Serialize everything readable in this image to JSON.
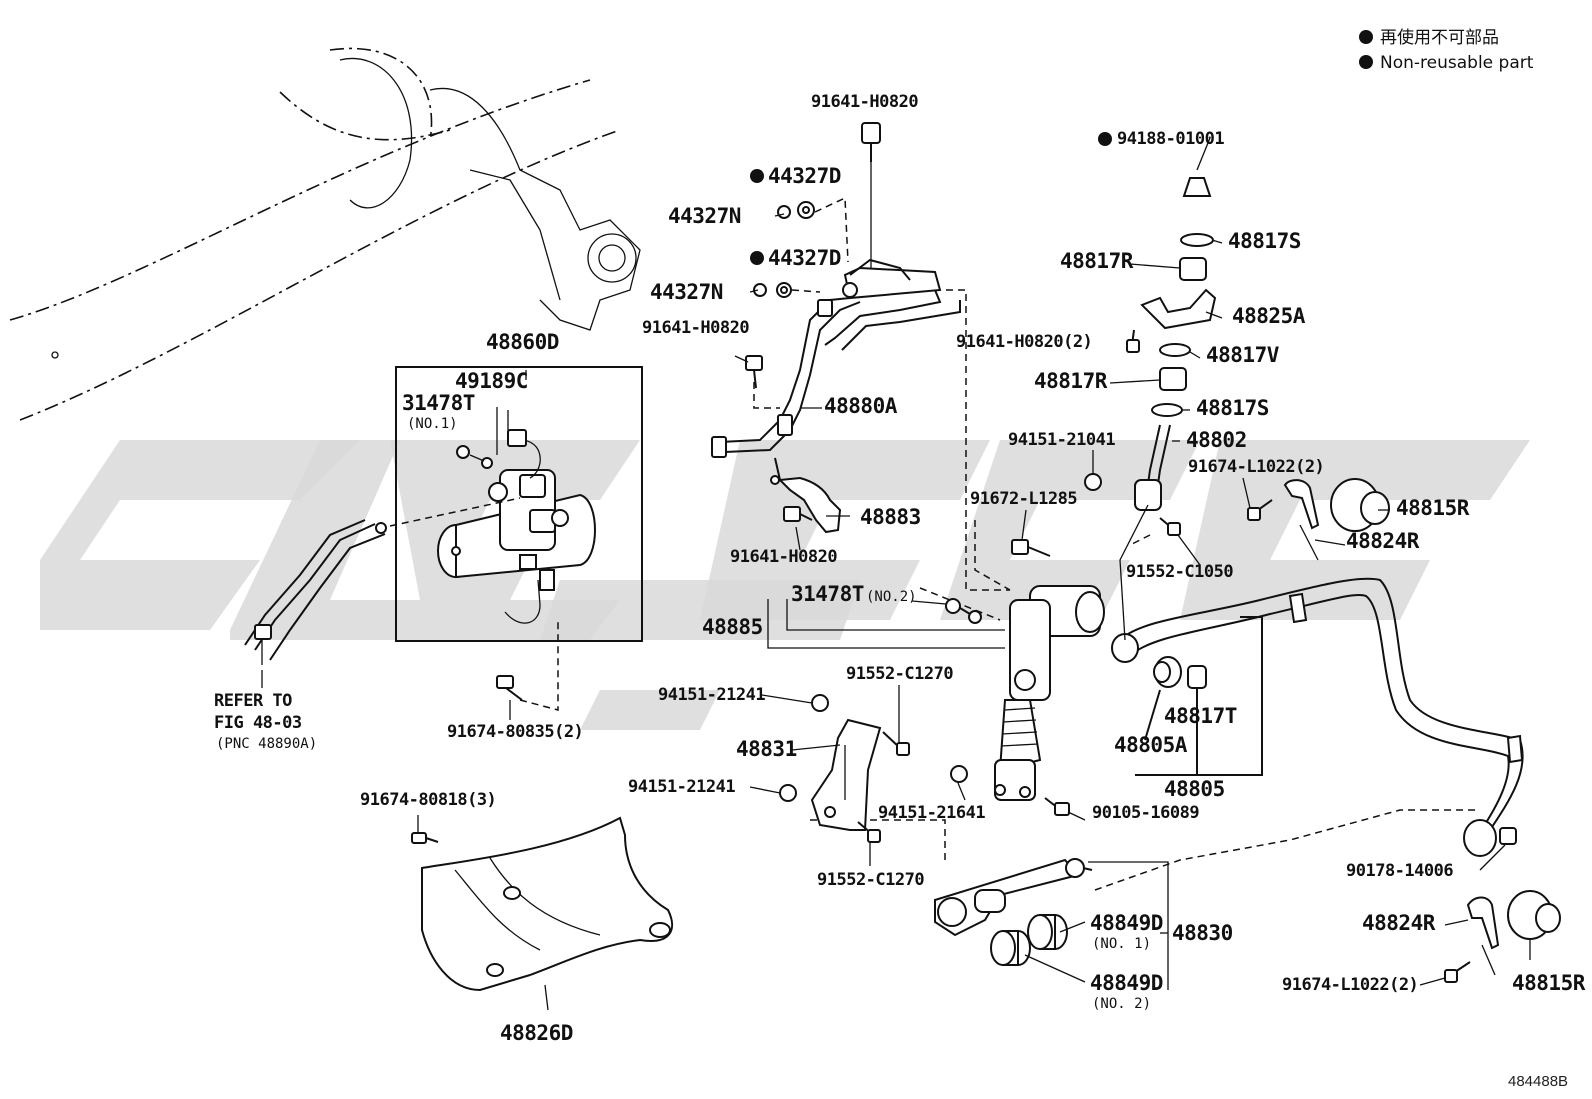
{
  "legend": {
    "ja": "再使用不可部品",
    "en": "Non-reusable part"
  },
  "diagram_code": "484488B",
  "labels": {
    "l_91641_h0820_top": "91641-H0820",
    "l_44327d_a": "44327D",
    "l_44327n_a": "44327N",
    "l_44327d_b": "44327D",
    "l_44327n_b": "44327N",
    "l_91641_h0820_mid": "91641-H0820",
    "l_48880a": "48880A",
    "l_48883": "48883",
    "l_91641_h0820_low": "91641-H0820",
    "l_48860d": "48860D",
    "l_49189c": "49189C",
    "l_31478t": "31478T",
    "l_31478t_no1": "(NO.1)",
    "l_refer": "REFER TO",
    "l_fig": "FIG 48-03",
    "l_pnc": "(PNC 48890A)",
    "l_91674_80835": "91674-80835(2)",
    "l_91674_80818": "91674-80818(3)",
    "l_48826d": "48826D",
    "l_31478t_no2": "31478T",
    "l_31478t_no2_sfx": "(NO.2)",
    "l_48885": "48885",
    "l_94151_21241_a": "94151-21241",
    "l_91552_c1270_a": "91552-C1270",
    "l_48831": "48831",
    "l_94151_21241_b": "94151-21241",
    "l_94151_21641": "94151-21641",
    "l_90105_16089": "90105-16089",
    "l_91552_c1270_b": "91552-C1270",
    "l_48849d_1": "48849D",
    "l_48849d_1_no": "(NO. 1)",
    "l_48830": "48830",
    "l_48849d_2": "48849D",
    "l_48849d_2_no": "(NO. 2)",
    "l_94188_01001": "94188-01001",
    "l_48817s_a": "48817S",
    "l_48817r_a": "48817R",
    "l_48825a": "48825A",
    "l_91641_h0820_2": "91641-H0820(2)",
    "l_48817v": "48817V",
    "l_48817r_b": "48817R",
    "l_48817s_b": "48817S",
    "l_94151_21041": "94151-21041",
    "l_48802": "48802",
    "l_91672_l1285": "91672-L1285",
    "l_91674_l1022_a": "91674-L1022(2)",
    "l_48815r_a": "48815R",
    "l_48824r_a": "48824R",
    "l_91552_c1050": "91552-C1050",
    "l_48817t": "48817T",
    "l_48805a": "48805A",
    "l_48805": "48805",
    "l_90178_14006": "90178-14006",
    "l_48824r_b": "48824R",
    "l_91674_l1022_b": "91674-L1022(2)",
    "l_48815r_b": "48815R"
  },
  "icons": {
    "non_reusable_marker": "filled-circle-icon"
  }
}
